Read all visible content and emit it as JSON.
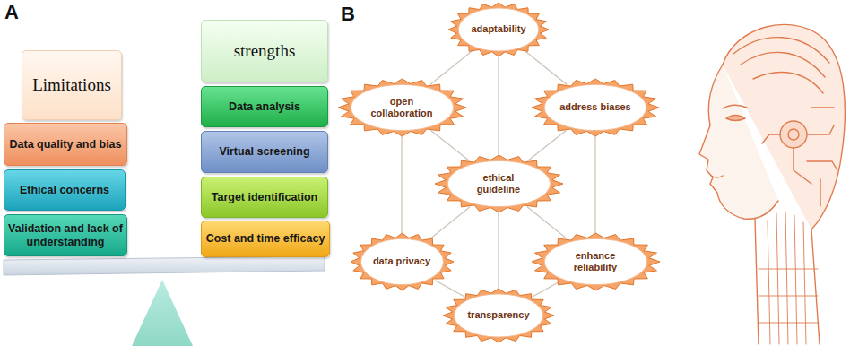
{
  "diagram": {
    "nodes": [
      {
        "text": [
          "Limitations"
        ]
      },
      {
        "text": [
          "Data quality and bias"
        ]
      },
      {
        "text": [
          "Ethical concerns"
        ]
      },
      {
        "text": [
          "Validation and lack of understanding"
        ]
      },
      {
        "text": [
          "strengths"
        ]
      },
      {
        "text": [
          "Data analysis"
        ]
      },
      {
        "text": [
          "Virtual screening"
        ]
      },
      {
        "text": [
          "Target identification"
        ]
      },
      {
        "text": [
          "Cost and time efficacy"
        ]
      },
      {
        "text": [
          "adaptability"
        ]
      },
      {
        "text": [
          "open collaboration"
        ]
      },
      {
        "text": [
          "address biases"
        ]
      },
      {
        "text": [
          "ethical guideline"
        ]
      },
      {
        "text": [
          "data privacy"
        ]
      },
      {
        "text": [
          "enhance reliability"
        ]
      },
      {
        "text": [
          "transparency"
        ]
      }
    ],
    "edges": [
      {
        "from": 9,
        "to": 10,
        "arrow": "none"
      },
      {
        "from": 9,
        "to": 11,
        "arrow": "none"
      },
      {
        "from": 10,
        "to": 13,
        "arrow": "none"
      },
      {
        "from": 11,
        "to": 14,
        "arrow": "none"
      },
      {
        "from": 13,
        "to": 15,
        "arrow": "none"
      },
      {
        "from": 15,
        "to": 14,
        "arrow": "none"
      },
      {
        "from": 12,
        "to": 9,
        "arrow": "none"
      },
      {
        "from": 12,
        "to": 10,
        "arrow": "none"
      },
      {
        "from": 12,
        "to": 11,
        "arrow": "none"
      },
      {
        "from": 12,
        "to": 13,
        "arrow": "none"
      },
      {
        "from": 12,
        "to": 14,
        "arrow": "none"
      },
      {
        "from": 12,
        "to": 15,
        "arrow": "none"
      }
    ],
    "labels": [
      "A",
      "B"
    ]
  }
}
